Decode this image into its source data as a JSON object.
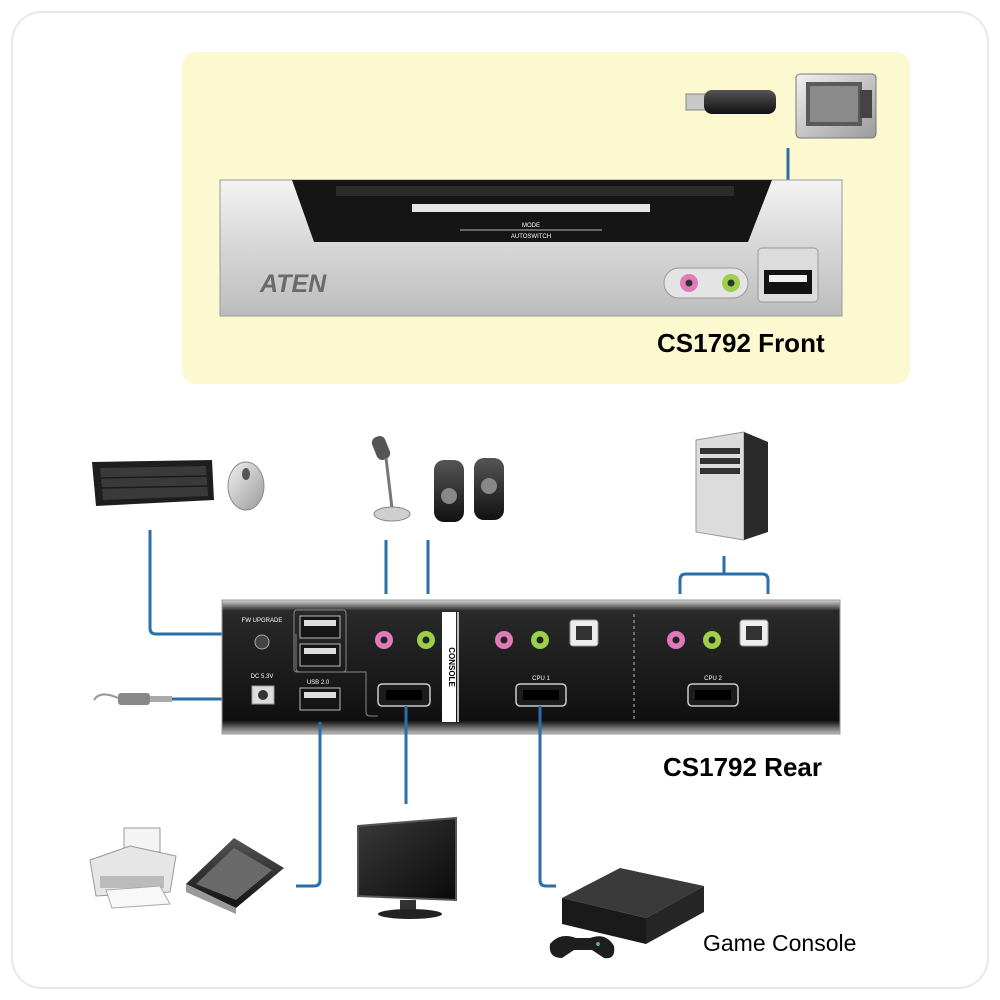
{
  "labels": {
    "front": "CS1792 Front",
    "rear": "CS1792 Rear",
    "game_console": "Game Console"
  },
  "device": {
    "brand": "ATEN",
    "mode_label": "MODE",
    "mode_sub": "AUTOSWITCH",
    "rear_ports": {
      "console": "CONSOLE",
      "cpu1": "CPU 1",
      "cpu2": "CPU 2",
      "usb": "USB 2.0",
      "fw_upgrade": "FW UPGRADE",
      "power": "DC 5.3V"
    }
  },
  "colors": {
    "panel_bg": "#fcf8d0",
    "cable": "#2a6fa8",
    "mic_jack": "#e07ab8",
    "speaker_jack": "#9ccf4a",
    "device_dark": "#1a1a1a"
  },
  "icons": [
    "usb-stick-icon",
    "camera-icon",
    "keyboard-icon",
    "mouse-icon",
    "microphone-icon",
    "speakers-icon",
    "pc-tower-icon",
    "printer-icon",
    "scanner-icon",
    "monitor-icon",
    "game-console-icon",
    "gamepad-icon",
    "power-plug-icon"
  ]
}
